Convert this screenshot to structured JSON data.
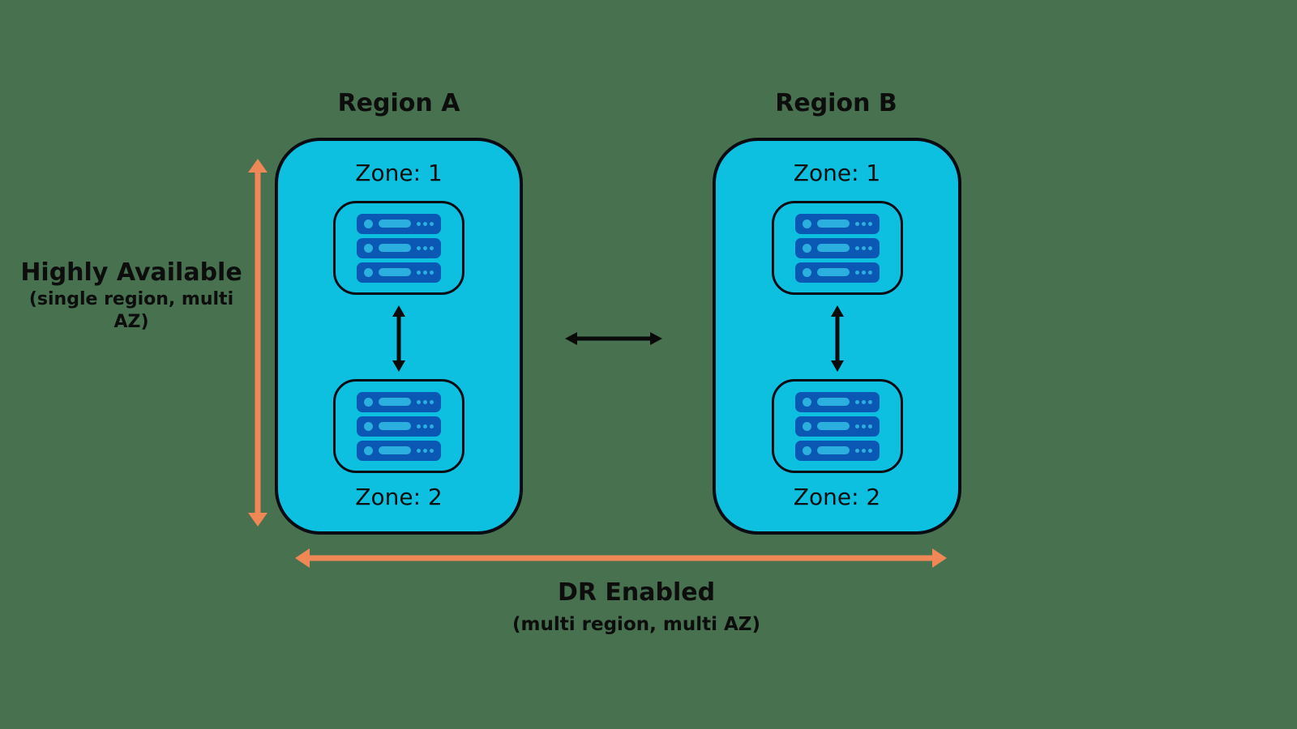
{
  "regions": [
    {
      "title": "Region A",
      "zones": [
        {
          "label": "Zone: 1"
        },
        {
          "label": "Zone: 2"
        }
      ]
    },
    {
      "title": "Region B",
      "zones": [
        {
          "label": "Zone: 1"
        },
        {
          "label": "Zone: 2"
        }
      ]
    }
  ],
  "annotations": {
    "highly_available": {
      "title": "Highly Available",
      "subtitle": "(single region, multi AZ)"
    },
    "dr_enabled": {
      "title": "DR Enabled",
      "subtitle": "(multi region, multi AZ)"
    }
  },
  "icons": {
    "server_stack": "server-stack-icon",
    "zone_sync": "vertical-double-arrow-icon",
    "region_sync": "horizontal-double-arrow-icon",
    "ha_span": "orange-vertical-span-arrow-icon",
    "dr_span": "orange-horizontal-span-arrow-icon"
  },
  "colors": {
    "background": "#47714F",
    "region_fill": "#0DC0E0",
    "outline": "#0A0A12",
    "server_body": "#0B57B4",
    "server_detail": "#2BAFDE",
    "orange_arrow": "#EF8757",
    "black_arrow": "#0A0A0A",
    "text": "#0D0D0D"
  }
}
